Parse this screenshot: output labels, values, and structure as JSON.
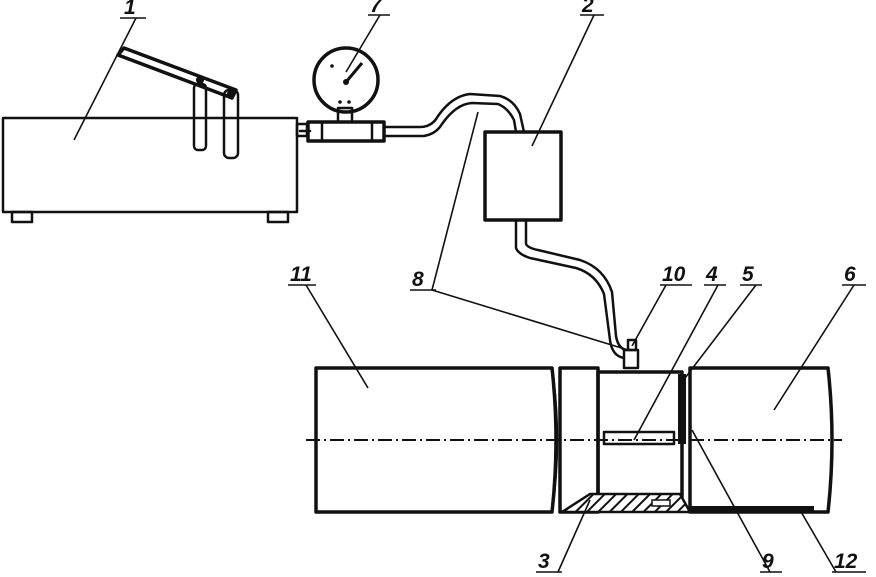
{
  "labels": {
    "pump": "1",
    "tank": "2",
    "part_3": "3",
    "part_4": "4",
    "part_5": "5",
    "part_6": "6",
    "gauge": "7",
    "hose": "8",
    "part_9": "9",
    "part_10": "10",
    "pipe_left": "11",
    "part_12": "12"
  }
}
